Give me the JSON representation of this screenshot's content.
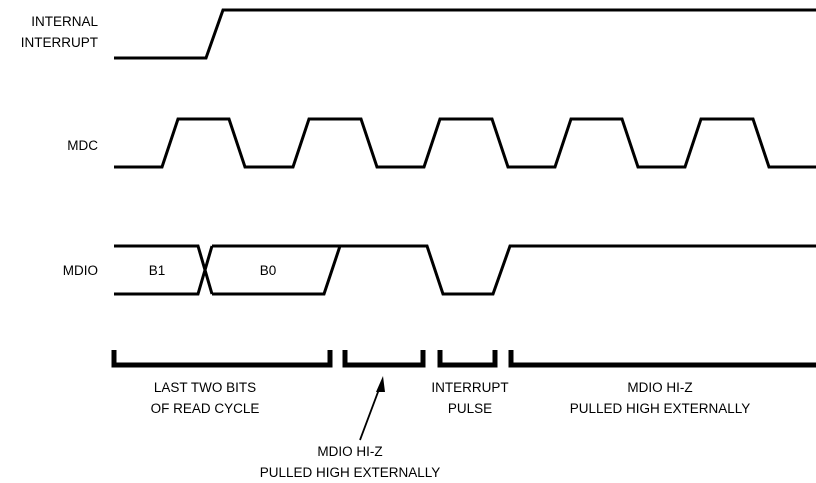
{
  "signals": {
    "internal_interrupt": {
      "line1": "INTERNAL",
      "line2": "INTERRUPT"
    },
    "mdc": "MDC",
    "mdio": "MDIO"
  },
  "bits": {
    "b1": "B1",
    "b0": "B0"
  },
  "annotations": {
    "last_two_bits": {
      "line1": "LAST TWO BITS",
      "line2": "OF READ CYCLE"
    },
    "interrupt_pulse": {
      "line1": "INTERRUPT",
      "line2": "PULSE"
    },
    "mdio_hiz_right": {
      "line1": "MDIO HI-Z",
      "line2": "PULLED HIGH EXTERNALLY"
    },
    "mdio_hiz_bottom": {
      "line1": "MDIO HI-Z",
      "line2": "PULLED HIGH EXTERNALLY"
    }
  }
}
